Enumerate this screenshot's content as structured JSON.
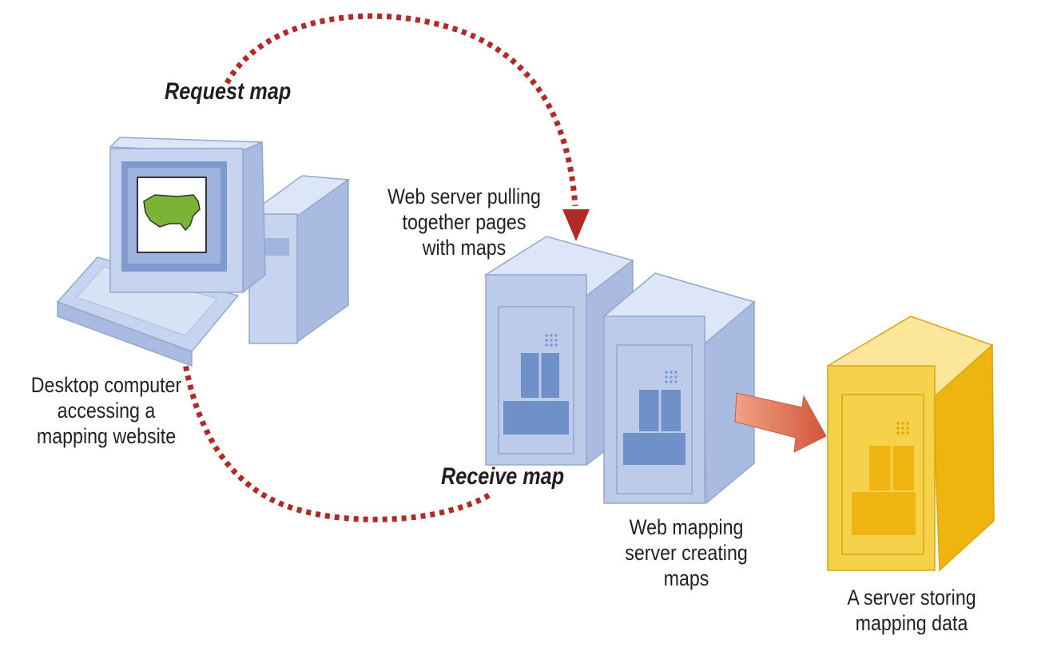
{
  "flows": {
    "request": "Request map",
    "receive": "Receive map"
  },
  "nodes": {
    "desktop": [
      "Desktop computer",
      "accessing a",
      "mapping website"
    ],
    "web_server": [
      "Web server pulling",
      "together pages",
      "with maps"
    ],
    "mapping_server": [
      "Web mapping",
      "server creating",
      "maps"
    ],
    "data_server": [
      "A server storing",
      "mapping data"
    ]
  },
  "colors": {
    "flow_arrow": "#b22a25",
    "computer_blue": "#c6d4ef",
    "server_blue": "#bccbea",
    "data_server_yellow": "#f3c21d",
    "map_green": "#7ab435",
    "transfer_arrow": "#e0704a"
  }
}
